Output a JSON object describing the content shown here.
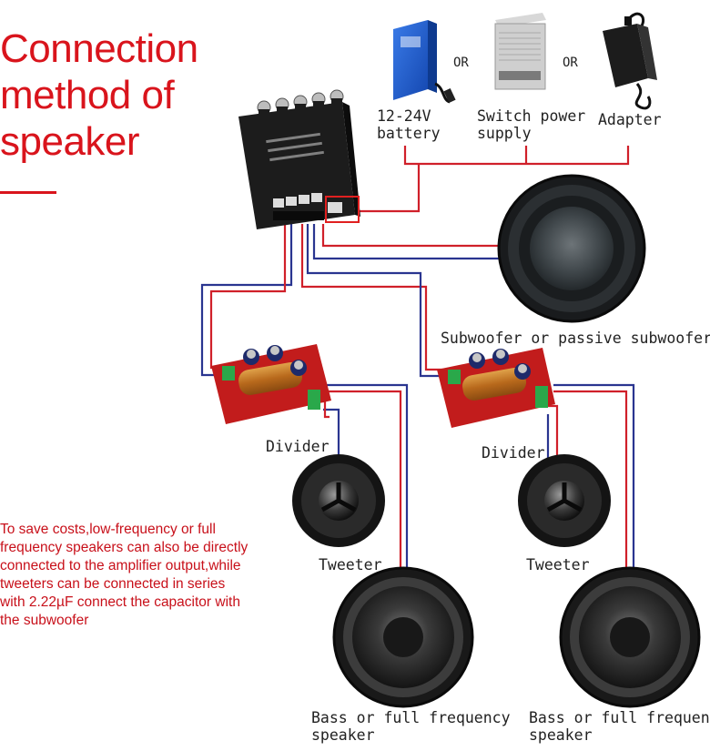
{
  "title": {
    "line1": "Connection",
    "line2": "method of",
    "line3": "speaker"
  },
  "power": {
    "or_label_1": "OR",
    "or_label_2": "OR",
    "battery_line1": "12-24V",
    "battery_line2": "battery",
    "switch_line1": "Switch power",
    "switch_line2": "supply",
    "adapter": "Adapter"
  },
  "subwoofer_label": "Subwoofer or passive subwoofer",
  "left_branch": {
    "divider": "Divider",
    "tweeter": "Tweeter",
    "bass_line1": "Bass or full frequency",
    "bass_line2": "speaker"
  },
  "right_branch": {
    "divider": "Divider",
    "tweeter": "Tweeter",
    "bass_line1": "Bass or full frequency",
    "bass_line2": "speaker"
  },
  "note": {
    "line1": "To save costs,low-frequency or full",
    "line2": "frequency speakers can also be directly",
    "line3": "connected to the amplifier output,while",
    "line4": "tweeters can be connected in series",
    "line5": "with 2.22µF connect the capacitor with",
    "line6": "the subwoofer"
  },
  "colors": {
    "accent": "#d9141c",
    "wire_red": "#d0202a",
    "wire_blue": "#2a3590",
    "board": "#1c1c1c",
    "pcb": "#c21c1c"
  }
}
